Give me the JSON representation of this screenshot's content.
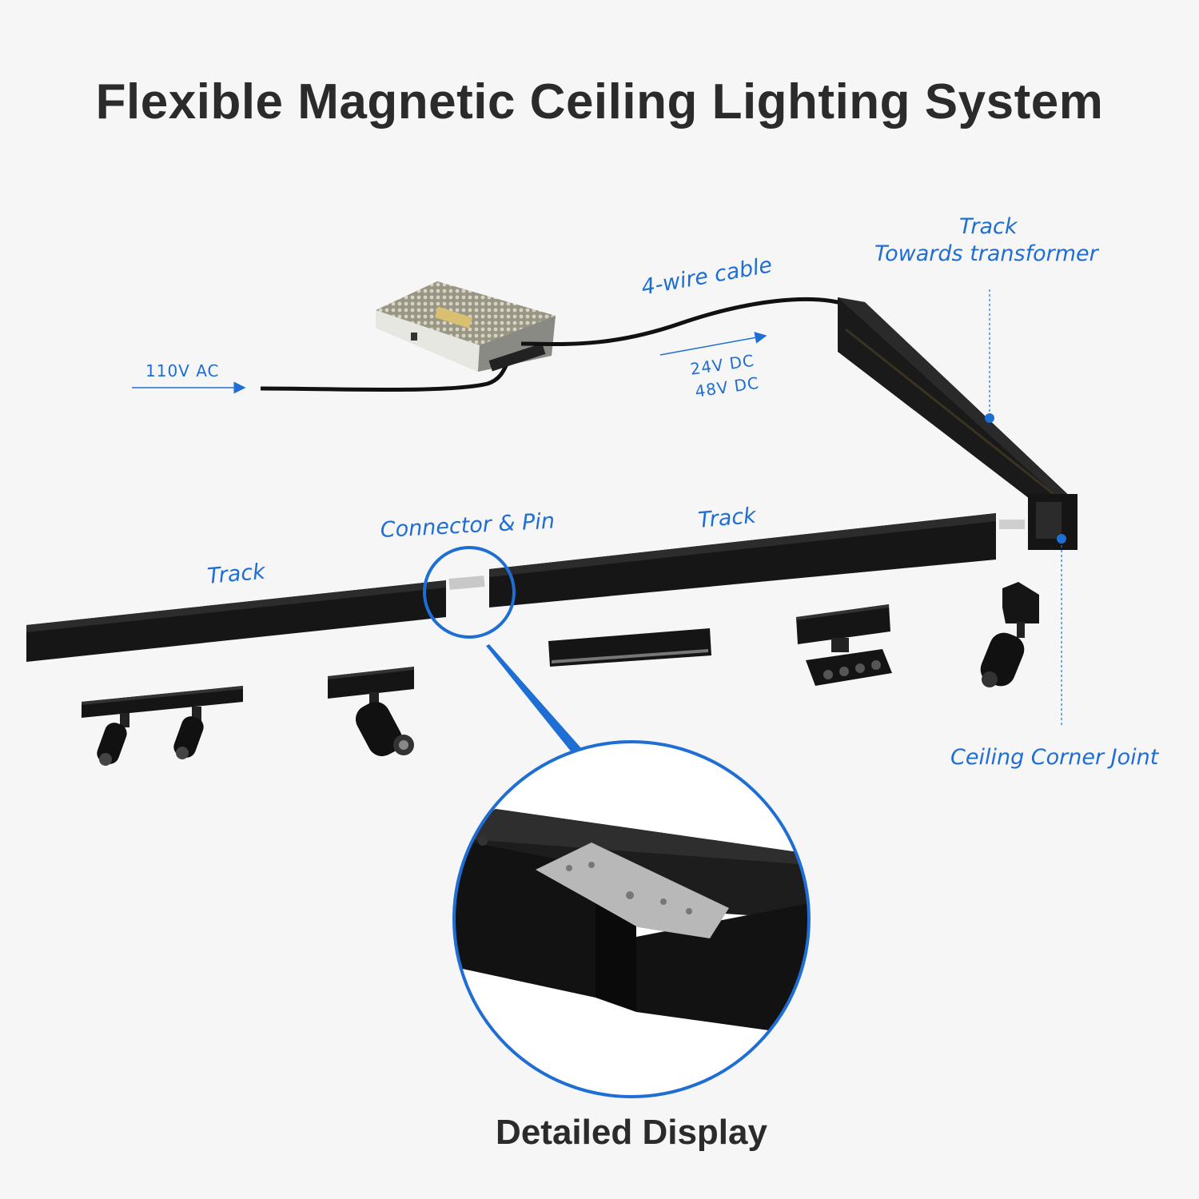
{
  "title": "Flexible Magnetic Ceiling Lighting System",
  "labels": {
    "input": "110V AC",
    "cable": "4-wire cable",
    "output_line1": "24V DC",
    "output_line2": "48V DC",
    "track_transformer_line1": "Track",
    "track_transformer_line2": "Towards transformer",
    "connector": "Connector & Pin",
    "track_left": "Track",
    "track_right": "Track",
    "corner_joint": "Ceiling Corner Joint"
  },
  "footer": "Detailed Display",
  "colors": {
    "accent": "#1f6ed4",
    "track": "#151515",
    "background": "#f6f6f6",
    "text": "#2b2b2b",
    "plate": "#b8b8b8"
  }
}
